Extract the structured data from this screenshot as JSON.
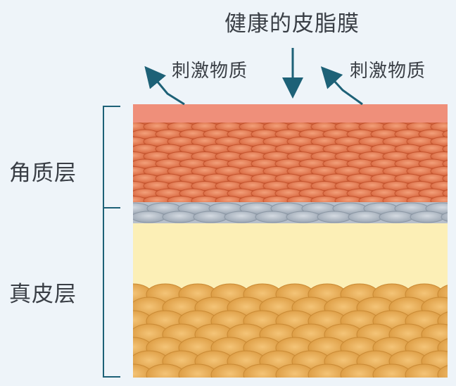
{
  "diagram": {
    "title": "健康的皮脂膜",
    "stimulus_left": "刺激物质",
    "stimulus_right": "刺激物质",
    "layer_top": "角质层",
    "layer_bottom": "真皮层"
  },
  "colors": {
    "background": "#eef4f9",
    "arrow": "#1d6177",
    "sebum_film": "#ef8f7a",
    "stratum_corneum": "#e0754d",
    "granular_cells": "#a9b3bf",
    "dermis": "#fcefb6",
    "fat_cells": "#e7ab4f"
  }
}
